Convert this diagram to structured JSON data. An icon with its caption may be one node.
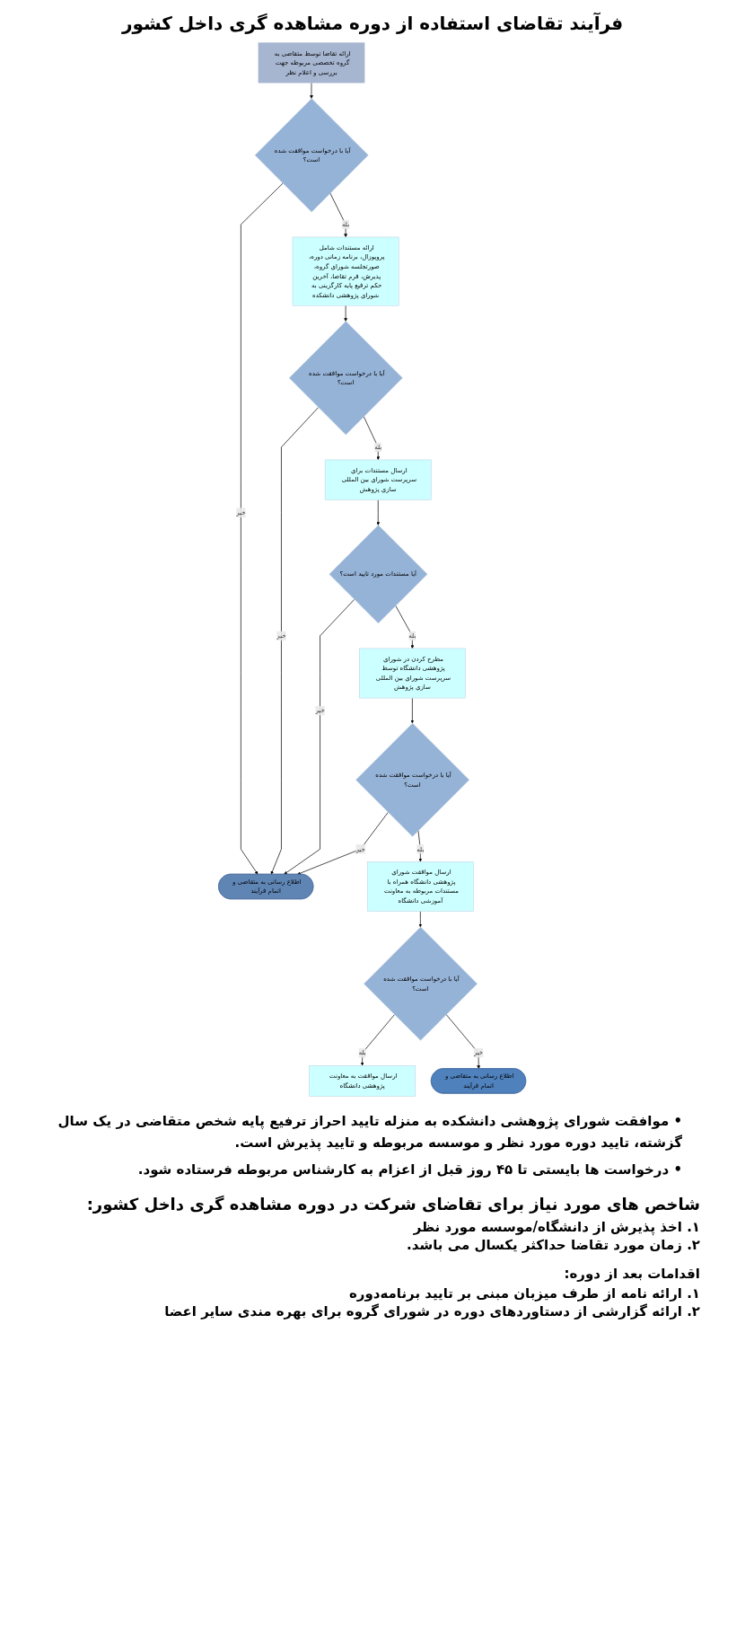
{
  "diagram": {
    "title": "فرآیند تقاضای استفاده از دوره مشاهده گری داخل کشور",
    "nodes": [
      {
        "text": [
          "ارائه تقاضا توسط متقاضی به گروه تخصصی مربوطه جهت بررسی و اعلام نظر"
        ]
      },
      {
        "text": [
          "آیا با درخواست موافقت شده است؟"
        ]
      },
      {
        "text": [
          "ارائه مستندات شامل پروپوزال، برنامه زمانی دوره، صورتجلسه شورای گروه، پذیرش، فرم تقاضا، آخرین حکم ترفیع پایه کارگزینی به شورای پژوهشی دانشکده"
        ]
      },
      {
        "text": [
          "اطلاع رسانی به متقاضی و اتمام فرآیند"
        ]
      },
      {
        "text": [
          "آیا با درخواست موافقت شده است؟"
        ]
      },
      {
        "text": [
          "ارسال مستندات برای سرپرست شورای بین المللی سازی پژوهش"
        ]
      },
      {
        "text": [
          "آیا مستندات مورد تایید است؟"
        ]
      },
      {
        "text": [
          "مطرح کردن در شورای پژوهشی دانشگاه توسط سرپرست شورای بین المللی سازی پژوهش"
        ]
      },
      {
        "text": [
          "آیا با درخواست موافقت شده است؟"
        ]
      },
      {
        "text": [
          "ارسال موافقت شورای پژوهشی دانشگاه همراه با مستندات مربوطه به معاونت آموزشی دانشگاه"
        ]
      },
      {
        "text": [
          "آیا با درخواست موافقت شده است؟"
        ]
      },
      {
        "text": [
          "ارسال موافقت به معاونت پژوهشی دانشگاه"
        ]
      },
      {
        "text": [
          "اطلاع رسانی به متقاضی و اتمام فرآیند"
        ]
      }
    ],
    "edges": [
      {
        "from": 0,
        "to": 1,
        "arrow": "to"
      },
      {
        "from": 1,
        "to": 2,
        "arrow": "to",
        "label": "بله"
      },
      {
        "from": 1,
        "to": 3,
        "arrow": "to",
        "label": "خیر"
      },
      {
        "from": 2,
        "to": 4,
        "arrow": "to"
      },
      {
        "from": 4,
        "to": 5,
        "arrow": "to",
        "label": "بله"
      },
      {
        "from": 4,
        "to": 3,
        "arrow": "to",
        "label": "خیر"
      },
      {
        "from": 5,
        "to": 6,
        "arrow": "to"
      },
      {
        "from": 6,
        "to": 3,
        "arrow": "to",
        "label": "خیر"
      },
      {
        "from": 6,
        "to": 7,
        "arrow": "to",
        "label": "بله"
      },
      {
        "from": 7,
        "to": 8,
        "arrow": "to"
      },
      {
        "from": 8,
        "to": 3,
        "arrow": "to",
        "label": "خیر"
      },
      {
        "from": 8,
        "to": 9,
        "arrow": "to",
        "label": "بله"
      },
      {
        "from": 9,
        "to": 10,
        "arrow": "to"
      },
      {
        "from": 10,
        "to": 11,
        "arrow": "to",
        "label": "بله"
      },
      {
        "from": 10,
        "to": 12,
        "arrow": "to",
        "label": "خیر"
      }
    ],
    "labels": [
      "• موافقت شورای پژوهشی دانشکده به منزله تایید احراز ترفیع پایه شخص متقاضی در یک سال گزشته، تایید دوره مورد نظر و موسسه مربوطه و تایید پذیرش است.",
      "• درخواست ها بایستی تا ۴۵ روز قبل از اعزام به کارشناس مربوطه فرستاده شود.",
      "شاخص های مورد نیاز برای تقاضای شرکت در دوره مشاهده گری داخل کشور:",
      "۱. اخذ پذیرش از دانشگاه/موسسه مورد نظر",
      "۲. زمان مورد تقاضا حداکثر یکسال می باشد.",
      "اقدامات بعد از دوره:",
      "۱. ارائه نامه از طرف میزبان مبنی بر تایید برنامه‌دوره",
      "۲. ارائه گزارشی از دستاوردهای دوره در شورای گروه برای بهره مندی سایر اعضا"
    ]
  }
}
